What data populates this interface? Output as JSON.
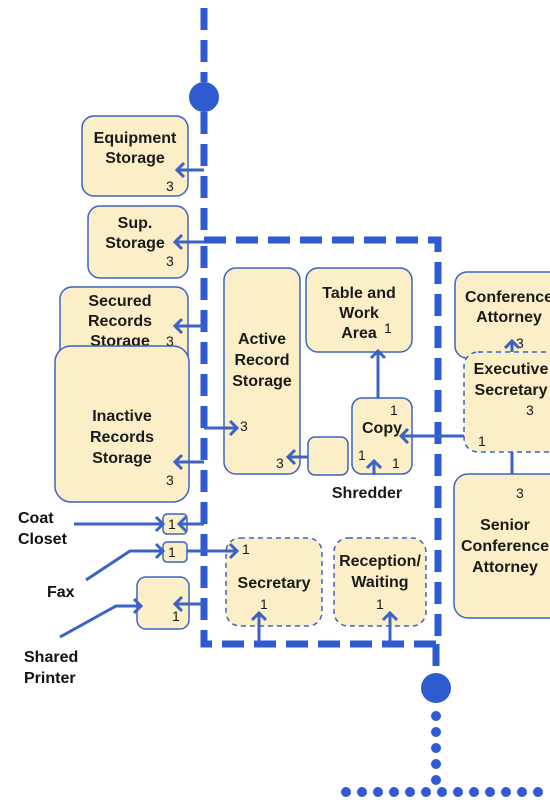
{
  "colors": {
    "room_fill": "#fcefc7",
    "line": "#3b63c4",
    "corridor": "#2f5bd0"
  },
  "rooms": {
    "equipment_storage": {
      "lines": [
        "Equipment",
        "Storage"
      ],
      "num": "3"
    },
    "sup_storage": {
      "lines": [
        "Sup.",
        "Storage"
      ],
      "num": "3"
    },
    "secured_records": {
      "lines": [
        "Secured",
        "Records",
        "Storage"
      ],
      "num": "3"
    },
    "inactive_records": {
      "lines": [
        "Inactive",
        "Records",
        "Storage"
      ],
      "num": "3"
    },
    "active_record": {
      "lines": [
        "Active",
        "Record",
        "Storage"
      ],
      "num_top": "3",
      "num_bottom": "3"
    },
    "table_work": {
      "lines": [
        "Table and",
        "Work",
        "Area"
      ],
      "num": "1"
    },
    "copy": {
      "label": "Copy",
      "num_top": "1",
      "num_left": "1",
      "num_right": "1"
    },
    "shredder": {
      "label": "Shredder"
    },
    "secretary": {
      "label": "Secretary",
      "num_top": "1",
      "num_bottom": "1"
    },
    "reception": {
      "lines": [
        "Reception/",
        "Waiting"
      ],
      "num": "1"
    },
    "conference_attorney": {
      "lines": [
        "Conference",
        "Attorney"
      ],
      "num": "3"
    },
    "executive_secretary": {
      "lines": [
        "Executive",
        "Secretary"
      ],
      "num_right": "3",
      "num_left": "1"
    },
    "senior_conference": {
      "lines": [
        "Senior",
        "Conference",
        "Attorney"
      ],
      "num": "3"
    },
    "coat_closet": {
      "lines": [
        "Coat",
        "Closet"
      ],
      "num": "1"
    },
    "fax": {
      "label": "Fax",
      "num": "1"
    },
    "shared_printer": {
      "lines": [
        "Shared",
        "Printer"
      ],
      "num": "1"
    }
  }
}
